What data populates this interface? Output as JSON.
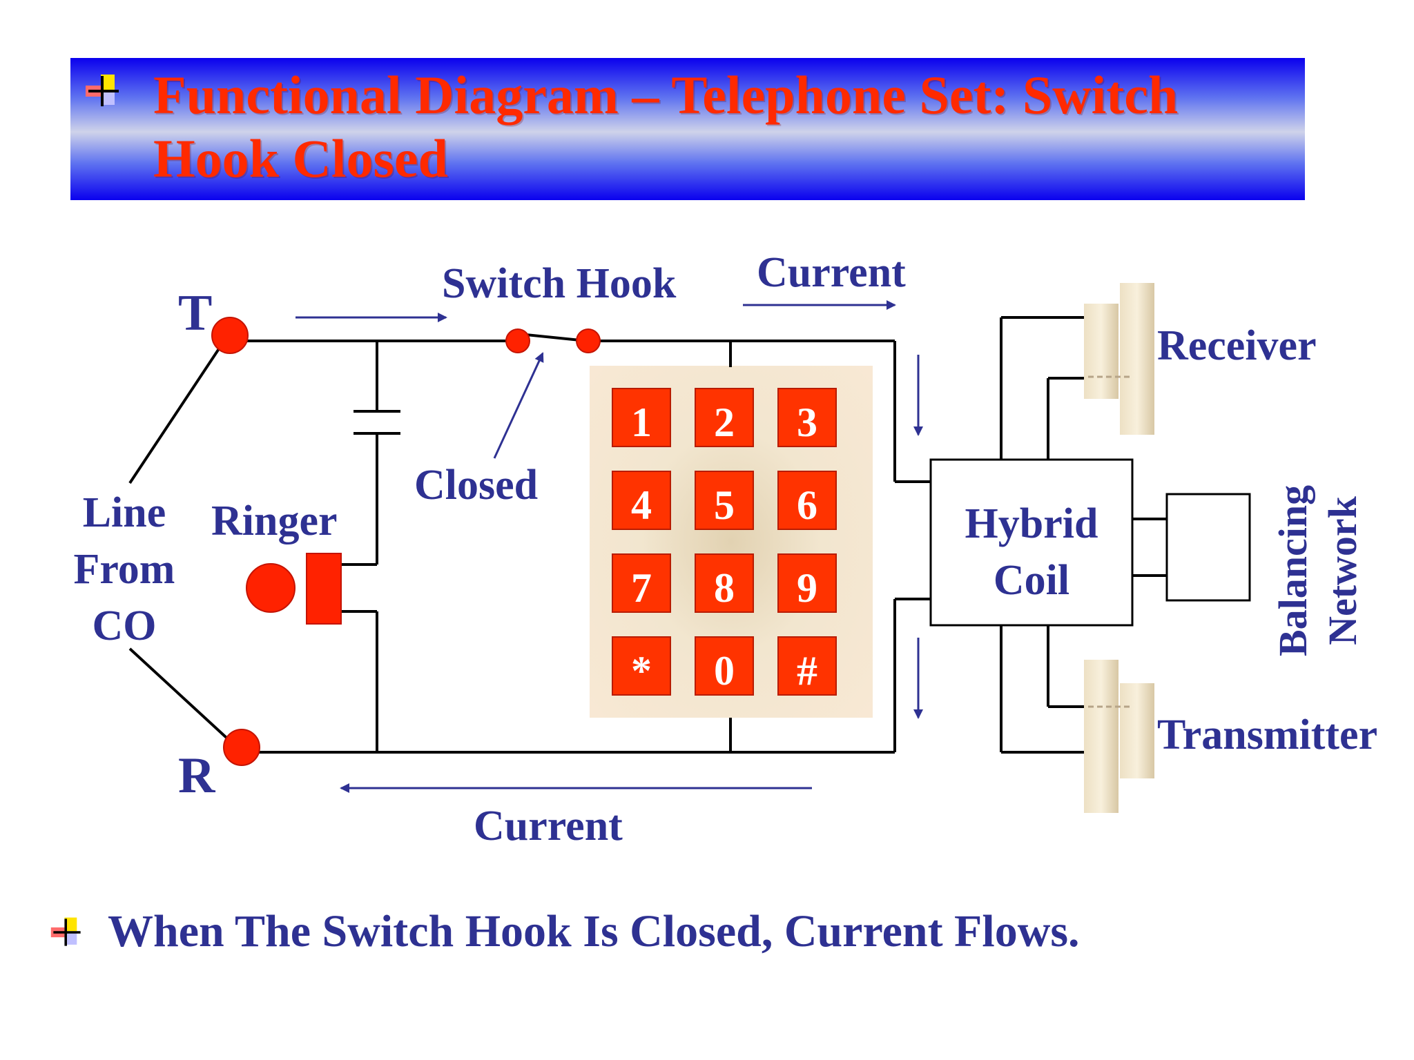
{
  "title": {
    "line1": "Functional Diagram – Telephone Set: Switch",
    "line2": "Hook Closed"
  },
  "labels": {
    "tip": "T",
    "ring": "R",
    "line_from_co": [
      "Line",
      "From",
      "CO"
    ],
    "ringer": "Ringer",
    "switch_hook": "Switch Hook",
    "closed": "Closed",
    "current_top": "Current",
    "current_bottom": "Current",
    "hybrid_coil": [
      "Hybrid",
      "Coil"
    ],
    "receiver": "Receiver",
    "transmitter": "Transmitter",
    "balancing_network": [
      "Balancing",
      "Network"
    ]
  },
  "keypad": {
    "keys": [
      "1",
      "2",
      "3",
      "4",
      "5",
      "6",
      "7",
      "8",
      "9",
      "*",
      "0",
      "#"
    ]
  },
  "bullet_text": "When The Switch Hook Is Closed, Current Flows.",
  "colors": {
    "text_blue": "#2e3192",
    "accent_red": "#ff3300",
    "title_red": "#ff2a00",
    "wire": "#000000"
  }
}
